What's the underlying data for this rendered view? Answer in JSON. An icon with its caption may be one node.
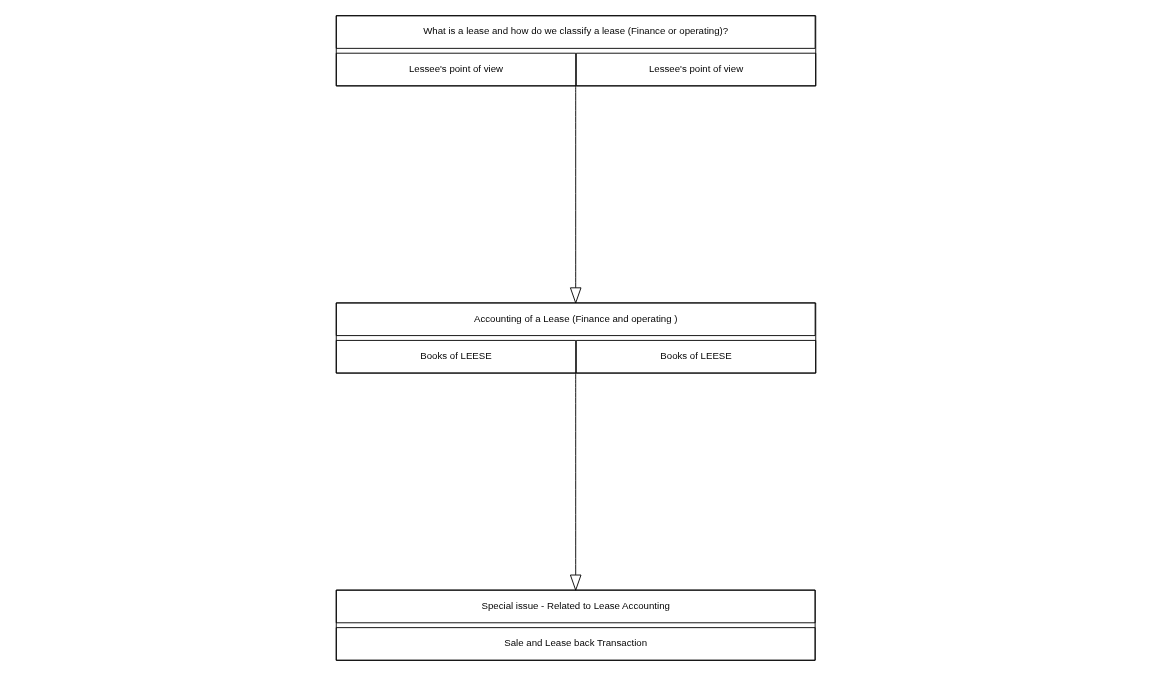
{
  "diagram": {
    "nodes": [
      {
        "text": [],
        "shape": "box"
      },
      {
        "text": [
          "What is a lease and how do we classify a lease (Finance or operating)?"
        ],
        "in": 0
      },
      {
        "text": [
          "Lessee's point of view"
        ],
        "in": 0
      },
      {
        "text": [
          "Lessee's point of view"
        ],
        "in": 0
      },
      {
        "text": [],
        "shape": "box"
      },
      {
        "text": [
          "Accounting of a Lease (Finance and operating )"
        ],
        "in": 4
      },
      {
        "text": [
          "Books of LEESE"
        ],
        "in": 4
      },
      {
        "text": [
          "Books of LEESE"
        ],
        "in": 4
      },
      {
        "text": [],
        "shape": "box"
      },
      {
        "text": [
          "Special issue - Related to Lease Accounting"
        ],
        "in": 8
      },
      {
        "text": [
          "Sale and Lease back Transaction"
        ],
        "in": 8
      }
    ],
    "edges": [
      {
        "from": 0,
        "to": 4,
        "arrow": "to"
      },
      {
        "from": 4,
        "to": 8,
        "arrow": "to"
      }
    ]
  }
}
